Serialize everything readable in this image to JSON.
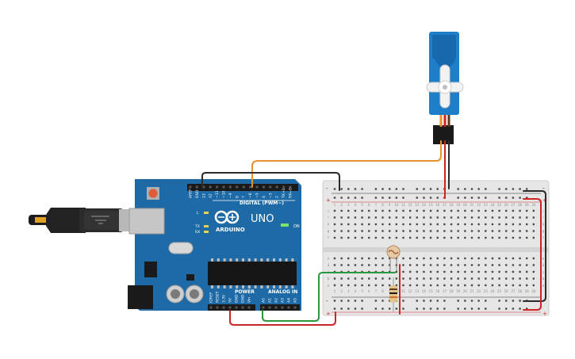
{
  "arduino": {
    "digital_header": "DIGITAL (PWM~)",
    "brand": "ARDUINO",
    "model": "UNO",
    "on_label": "ON",
    "led_l": "L",
    "led_tx": "TX",
    "led_rx": "RX",
    "power_header": "POWER",
    "analog_header": "ANALOG IN",
    "pin_labels_top": [
      "AREF",
      "GND",
      "13",
      "12",
      "~11",
      "~10",
      "~9",
      "8",
      "7",
      "~6",
      "~5",
      "4",
      "~3",
      "2",
      "TX→1",
      "RX←0"
    ],
    "pin_labels_power": [
      "IOREF",
      "RESET",
      "3.3V",
      "5V",
      "GND",
      "GND",
      "Vin"
    ],
    "pin_labels_analog": [
      "A0",
      "A1",
      "A2",
      "A3",
      "A4",
      "A5"
    ]
  },
  "breadboard": {
    "columns": [
      "1",
      "2",
      "3",
      "4",
      "5",
      "6",
      "7",
      "8",
      "9",
      "10",
      "11",
      "12",
      "13",
      "14",
      "15",
      "16",
      "17",
      "18",
      "19",
      "20",
      "21",
      "22",
      "23",
      "24",
      "25",
      "26",
      "27",
      "28",
      "29",
      "30"
    ],
    "rows_top": [
      "j",
      "i",
      "h",
      "g",
      "f"
    ],
    "rows_bottom": [
      "e",
      "d",
      "c",
      "b",
      "a"
    ],
    "rail_plus": "+",
    "rail_minus": "-"
  },
  "colors": {
    "board": "#1d6aa6",
    "wire_orange": "#e8922a",
    "wire_black": "#2b2b2b",
    "wire_red": "#d02424",
    "wire_green": "#2a9a3a",
    "servo": "#1e7ec8"
  }
}
